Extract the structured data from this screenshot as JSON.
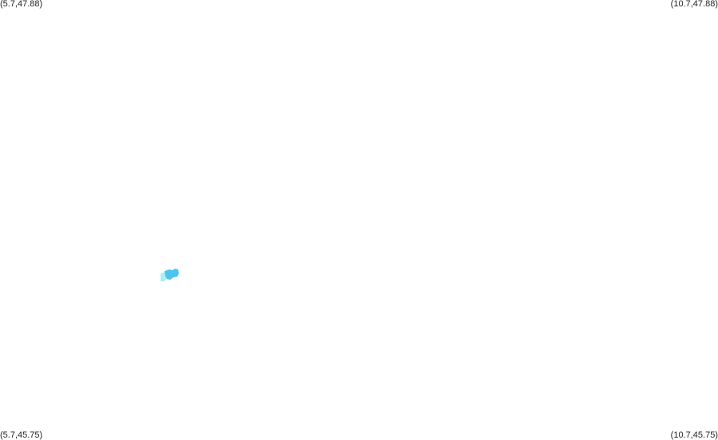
{
  "corners": {
    "top_left": "(5.7,47.88)",
    "top_right": "(10.7,47.88)",
    "bottom_left": "(5.7,45.75)",
    "bottom_right": "(10.7,45.75)"
  },
  "bounds": {
    "lon_min": 5.7,
    "lon_max": 10.7,
    "lat_min": 45.75,
    "lat_max": 47.88
  },
  "colors": {
    "feature_main": "#4cc3f0",
    "feature_light": "#a8f0f4"
  }
}
